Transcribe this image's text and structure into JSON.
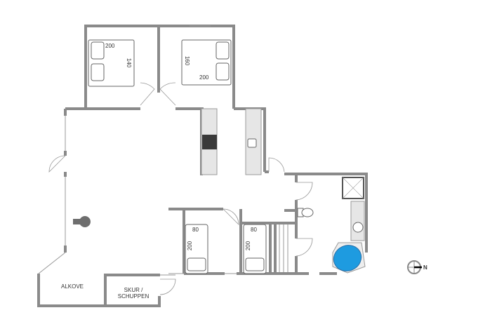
{
  "plan": {
    "rooms": {
      "alkove": "ALKOVE",
      "shed_line1": "SKUR /",
      "shed_line2": "SCHUPPEN"
    },
    "beds": [
      {
        "id": "bed-bedroom-1",
        "length": "200",
        "width": "140"
      },
      {
        "id": "bed-bedroom-2",
        "length": "200",
        "width": "160"
      },
      {
        "id": "bed-bedroom-3",
        "length": "200",
        "width": "80"
      },
      {
        "id": "bed-bedroom-4",
        "length": "200",
        "width": "80"
      }
    ],
    "compass": {
      "label": "N"
    },
    "colors": {
      "wall": "#8a8a8a",
      "wall_fill": "#bdbdbd",
      "counter": "#e6e6e6",
      "stove": "#3a3a3a",
      "bathtub": "#1e9be0",
      "stove_round": "#6e6e6e"
    }
  }
}
